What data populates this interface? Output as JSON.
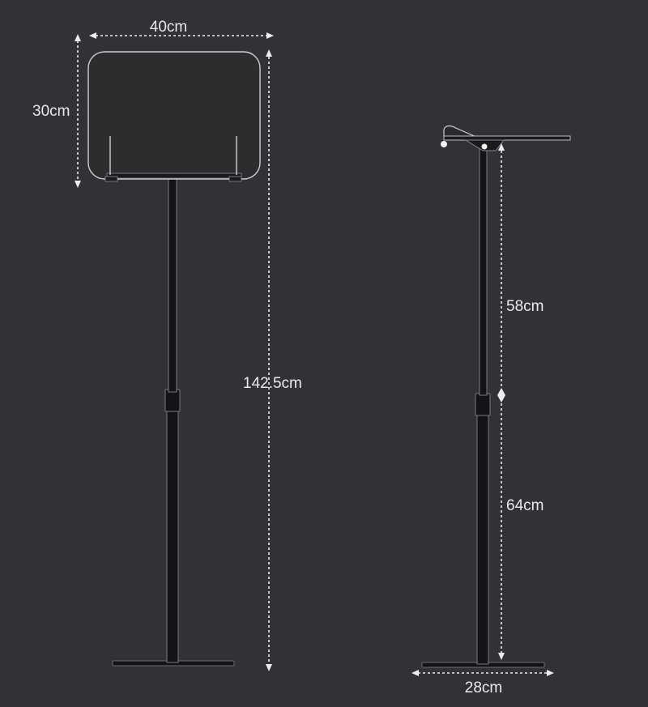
{
  "colors": {
    "background": "#323236",
    "dimension_line": "#ececec",
    "label_text": "#e9e9ec",
    "stand_body": "#141416",
    "stand_outline": "#7a7a7e",
    "board_outline": "#cfcfd2"
  },
  "front_view": {
    "board_width_label": "40cm",
    "board_height_label": "30cm",
    "total_height_label": "142.5cm"
  },
  "side_view": {
    "upper_pole_label": "58cm",
    "lower_pole_label": "64cm",
    "base_length_label": "28cm"
  }
}
